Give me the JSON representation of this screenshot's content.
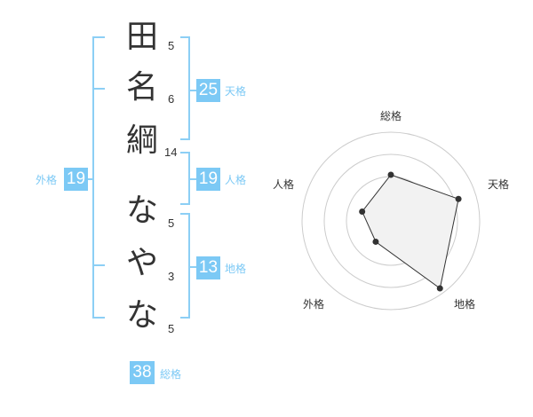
{
  "name": {
    "characters": [
      {
        "char": "田",
        "strokes": "5"
      },
      {
        "char": "名",
        "strokes": "6"
      },
      {
        "char": "綱",
        "strokes": "14"
      },
      {
        "char": "な",
        "strokes": "5"
      },
      {
        "char": "や",
        "strokes": "3"
      },
      {
        "char": "な",
        "strokes": "5"
      }
    ]
  },
  "scores": {
    "tenkaku": {
      "value": "25",
      "label": "天格"
    },
    "jinkaku": {
      "value": "19",
      "label": "人格"
    },
    "chikaku": {
      "value": "13",
      "label": "地格"
    },
    "gaikaku": {
      "value": "19",
      "label": "外格"
    },
    "soukaku": {
      "value": "38",
      "label": "総格"
    }
  },
  "colors": {
    "accent": "#7cc9f5",
    "text": "#333333",
    "radar_fill": "#f2f2f2",
    "radar_ring": "#cccccc"
  },
  "chart_data": {
    "type": "radar",
    "axes": [
      "総格",
      "天格",
      "地格",
      "外格",
      "人格"
    ],
    "values": [
      0.52,
      0.8,
      0.94,
      0.29,
      0.34
    ],
    "range": [
      0,
      1
    ],
    "rings": 4,
    "grid": true
  }
}
